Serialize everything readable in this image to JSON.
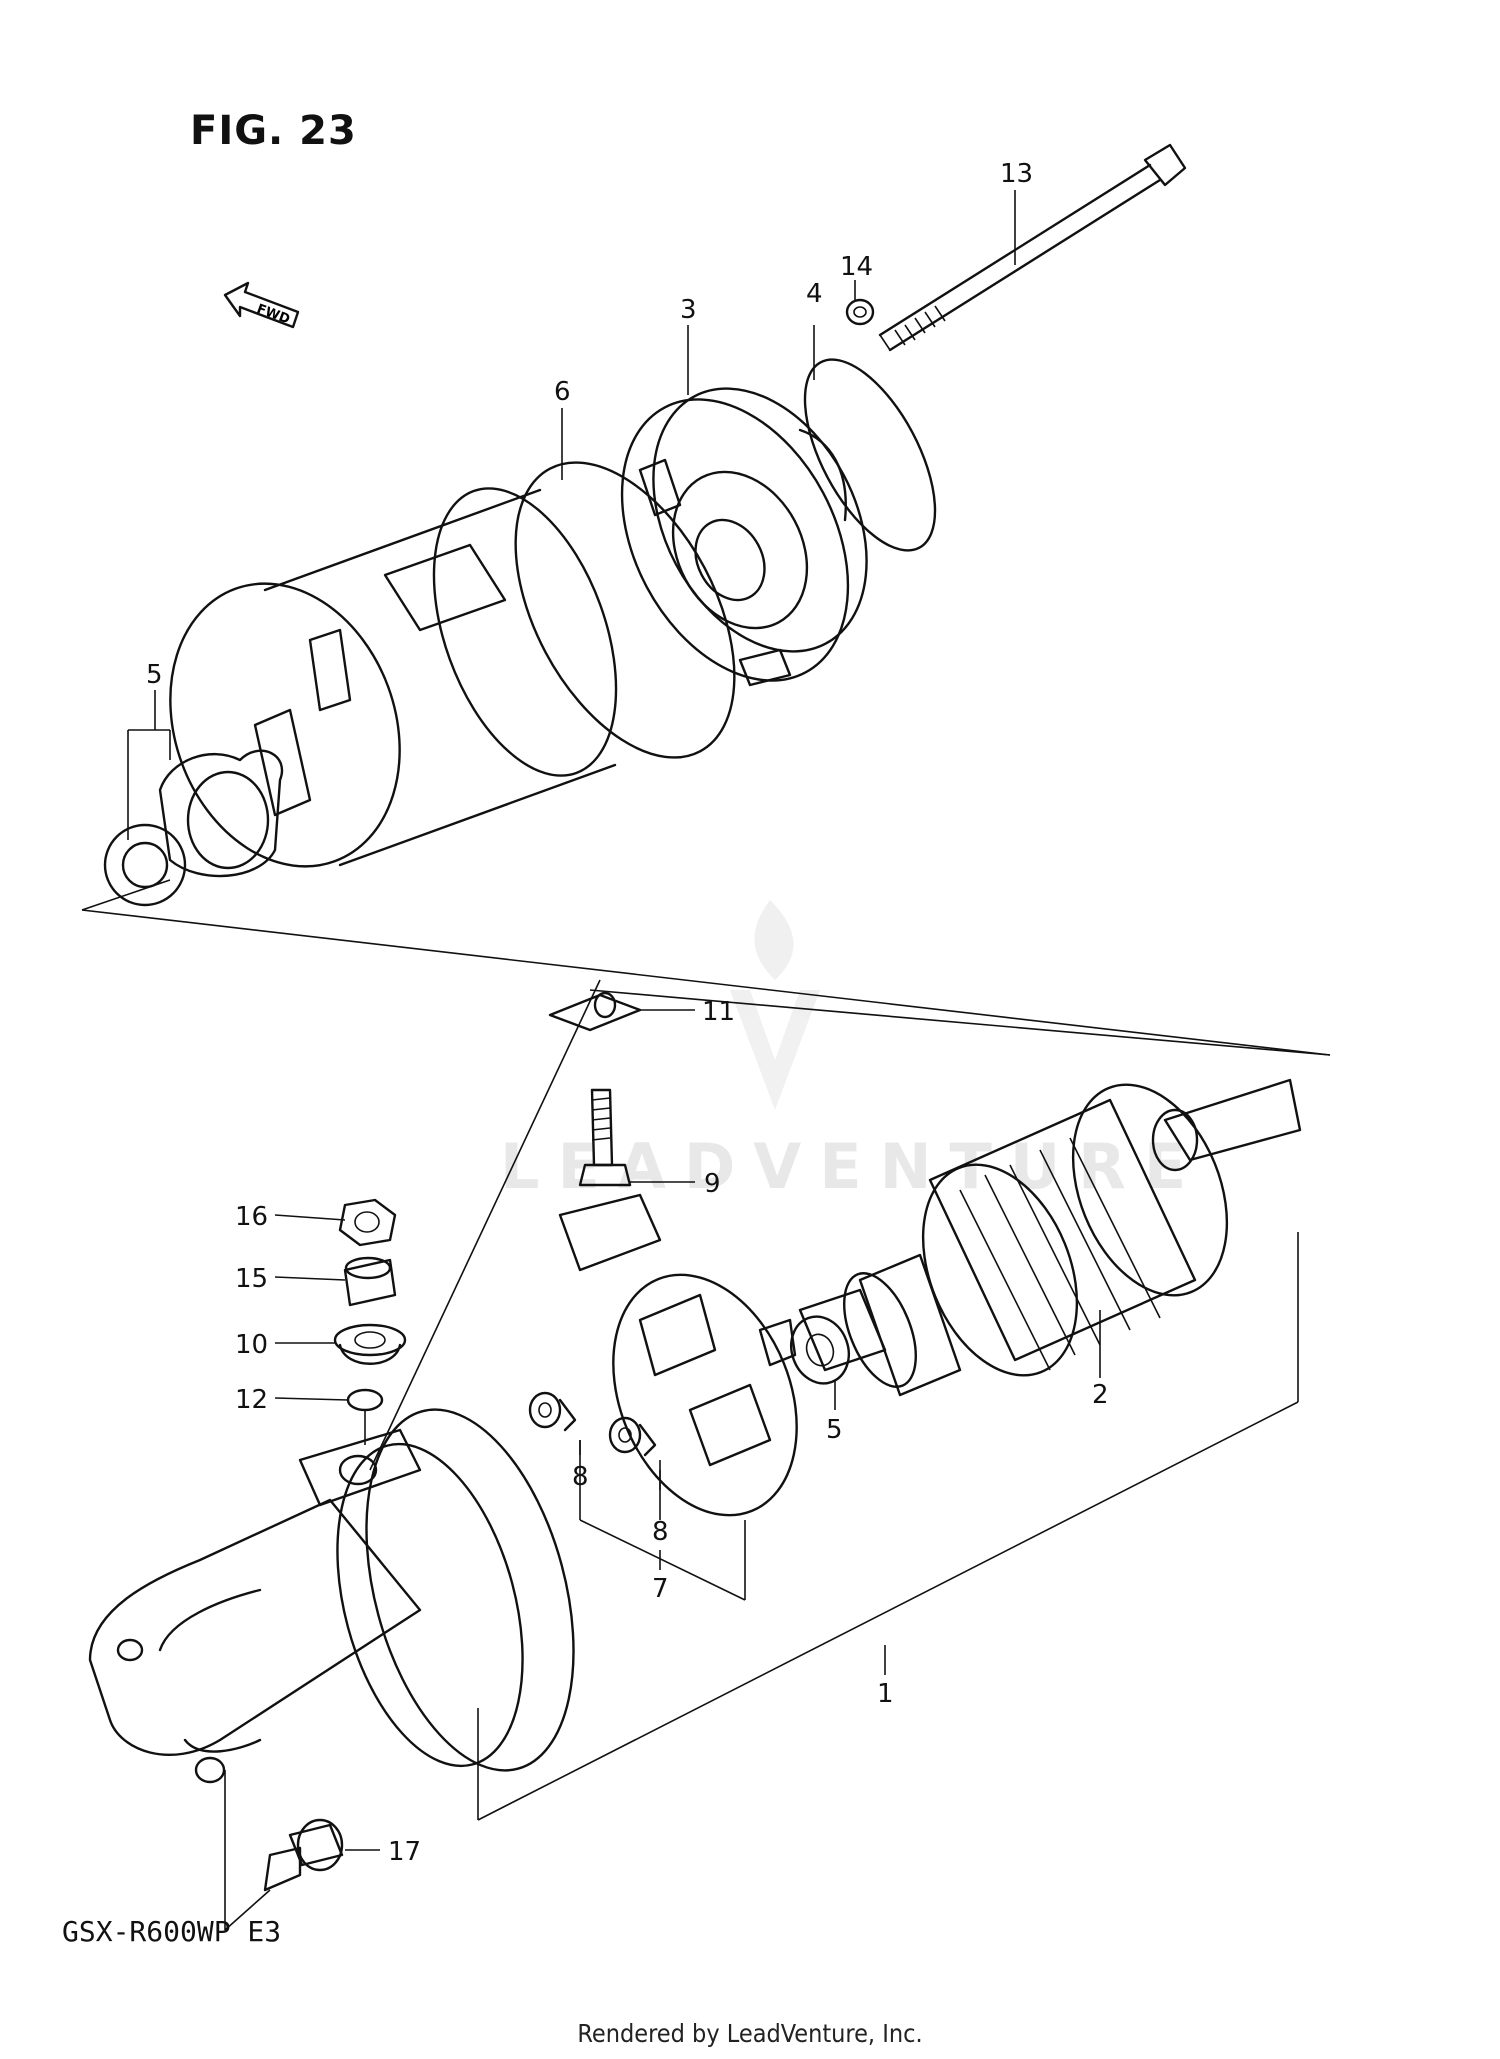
{
  "figure": {
    "title": "FIG. 23",
    "fwd_label": "FWD",
    "model": "GSX-R600WP  E3",
    "footer": "Rendered by LeadVenture, Inc.",
    "watermark": "LEADVENTURE"
  },
  "callouts": {
    "c1": "1",
    "c2": "2",
    "c3": "3",
    "c4": "4",
    "c5a": "5",
    "c5b": "5",
    "c6": "6",
    "c7": "7",
    "c8a": "8",
    "c8b": "8",
    "c9": "9",
    "c10": "10",
    "c11": "11",
    "c12": "12",
    "c13": "13",
    "c14": "14",
    "c15": "15",
    "c16": "16",
    "c17": "17"
  }
}
